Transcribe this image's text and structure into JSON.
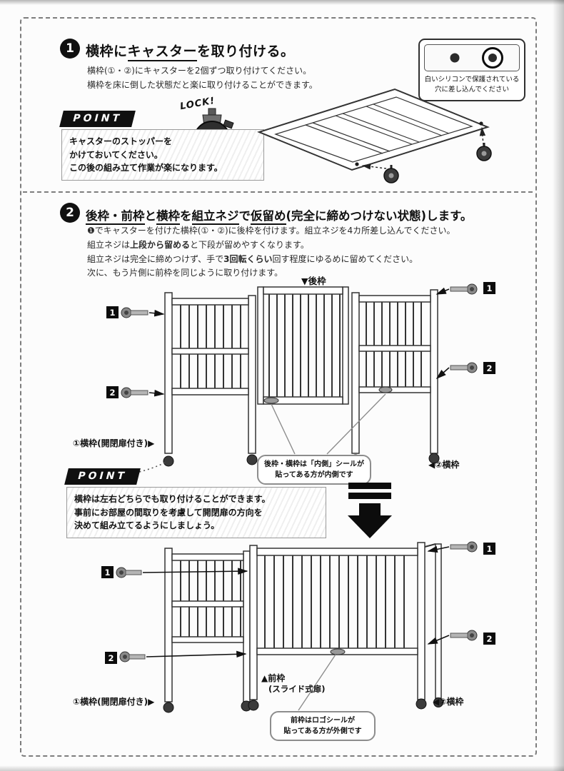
{
  "step1": {
    "number": "1",
    "title_parts": [
      "横枠に",
      "キャスター",
      "を取り付ける。"
    ],
    "body_lines": [
      "横枠(①・②)にキャスターを2個ずつ取り付けてください。",
      "横枠を床に倒した状態だと楽に取り付けることができます。"
    ],
    "point_label": "POINT",
    "point_lines": [
      "キャスターのストッパーを",
      "かけておいてください。",
      "この後の組み立て作業が楽になります。"
    ],
    "lock_label": "LOCK!",
    "inset_lines": [
      "白いシリコンで保護されている",
      "穴に差し込んでください"
    ]
  },
  "step2": {
    "number": "2",
    "title_parts": [
      "後枠・前枠",
      "と",
      "横枠",
      "を",
      "組立ネジ",
      "で",
      "仮留め",
      "(完全に締めつけない状態)します。"
    ],
    "line1": "❶でキャスターを付けた横枠(①・②)に後枠を付けます。組立ネジを4カ所差し込んでください。",
    "line2_parts": [
      "組立ネジは",
      "上段から留める",
      "と下段が留めやすくなります。"
    ],
    "line3_parts": [
      "組立ネジは完全に締めつけず、手で",
      "3回転くらい",
      "回す程度にゆるめに留めてください。"
    ],
    "line4": "次に、もう片側に前枠を同じように取り付けます。",
    "back_frame_label": "▼後枠",
    "left_frame_label": "①横枠(開閉扉付き)▶",
    "right_frame_label": "◀②横枠",
    "callout_inner": "後枠・横枠は「内側」シールが\n貼ってある方が内側です",
    "point_label": "POINT",
    "point_lines": [
      "横枠は左右どちらでも取り付けることができます。",
      "事前にお部屋の間取りを考慮して開閉扉の方向を",
      "決めて組み立てるようにしましょう。"
    ],
    "front_frame_label": "▲前枠",
    "front_frame_sub": "(スライド式扉)",
    "left_frame_label2": "①横枠(開閉扉付き)▶",
    "right_frame_label2": "◀②横枠",
    "callout_logo": "前枠はロゴシールが\n貼ってある方が外側です",
    "badge1": "1",
    "badge2": "2"
  }
}
